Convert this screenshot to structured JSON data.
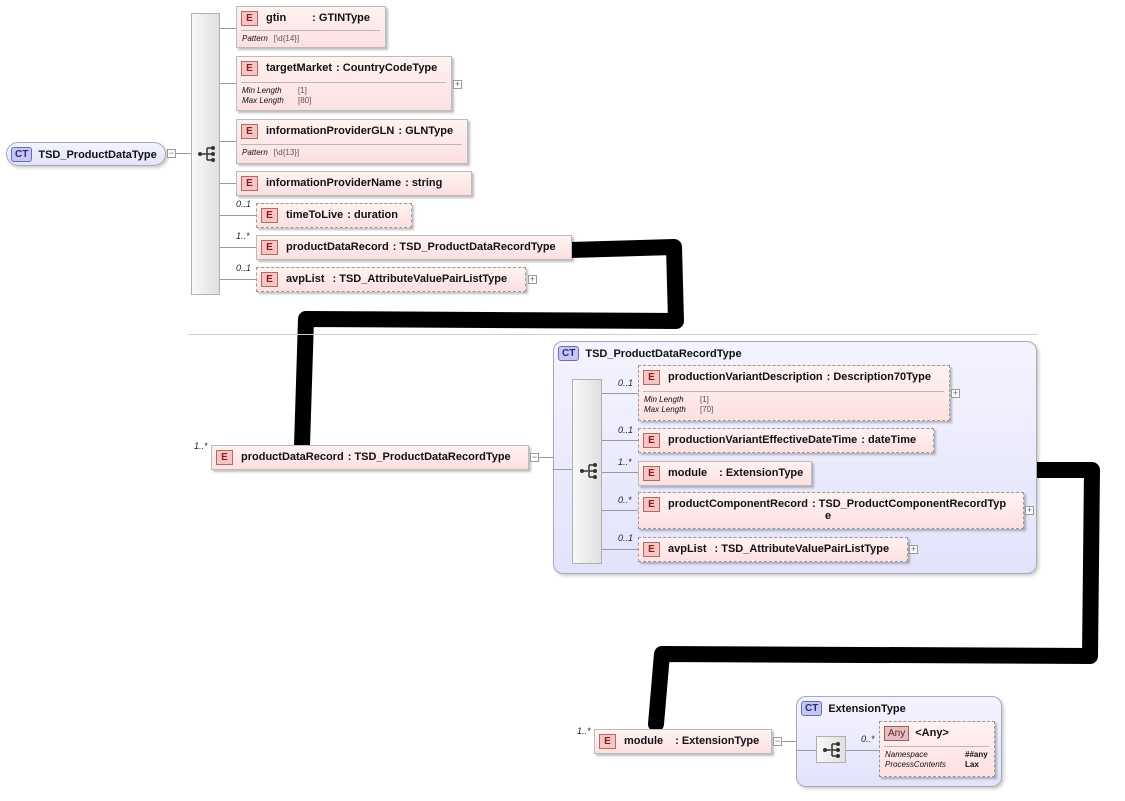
{
  "colors": {
    "element_fill": "#fde0e0",
    "complex_type_fill": "#e6e6fb",
    "connector": "#000000"
  },
  "root": {
    "badge": "CT",
    "name": "TSD_ProductDataType"
  },
  "top_elements": [
    {
      "badge": "E",
      "name": "gtin",
      "type": ": GTINType",
      "facets": [
        {
          "key": "Pattern",
          "value": "[\\d{14}]"
        }
      ]
    },
    {
      "badge": "E",
      "name": "targetMarket",
      "type": ": CountryCodeType",
      "facets": [
        {
          "key": "Min Length",
          "value": "[1]"
        },
        {
          "key": "Max Length",
          "value": "[80]"
        }
      ]
    },
    {
      "badge": "E",
      "name": "informationProviderGLN",
      "type": ": GLNType",
      "facets": [
        {
          "key": "Pattern",
          "value": "[\\d{13}]"
        }
      ]
    },
    {
      "badge": "E",
      "name": "informationProviderName",
      "type": ": string"
    },
    {
      "badge": "E",
      "name": "timeToLive",
      "type": ": duration",
      "cardinality": "0..1"
    },
    {
      "badge": "E",
      "name": "productDataRecord",
      "type": ": TSD_ProductDataRecordType",
      "cardinality": "1..*"
    },
    {
      "badge": "E",
      "name": "avpList",
      "type": ": TSD_AttributeValuePairListType",
      "cardinality": "0..1"
    }
  ],
  "record": {
    "cardinality": "1..*",
    "element": {
      "badge": "E",
      "name": "productDataRecord",
      "type": ": TSD_ProductDataRecordType"
    },
    "ct_badge": "CT",
    "ct_name": "TSD_ProductDataRecordType",
    "children": [
      {
        "badge": "E",
        "name": "productionVariantDescription",
        "type": ": Description70Type",
        "cardinality": "0..1",
        "facets": [
          {
            "key": "Min Length",
            "value": "[1]"
          },
          {
            "key": "Max Length",
            "value": "[70]"
          }
        ]
      },
      {
        "badge": "E",
        "name": "productionVariantEffectiveDateTime",
        "type": ": dateTime",
        "cardinality": "0..1"
      },
      {
        "badge": "E",
        "name": "module",
        "type": ": ExtensionType",
        "cardinality": "1..*"
      },
      {
        "badge": "E",
        "name": "productComponentRecord",
        "type": ": TSD_ProductComponentRecordTyp",
        "type_wrap": "e",
        "cardinality": "0..*"
      },
      {
        "badge": "E",
        "name": "avpList",
        "type": ": TSD_AttributeValuePairListType",
        "cardinality": "0..1"
      }
    ]
  },
  "module": {
    "cardinality": "1..*",
    "element": {
      "badge": "E",
      "name": "module",
      "type": ": ExtensionType"
    },
    "ct_badge": "CT",
    "ct_name": "ExtensionType",
    "any": {
      "badge": "Any",
      "label": "<Any>",
      "cardinality": "0..*",
      "props": [
        {
          "key": "Namespace",
          "value": "##any"
        },
        {
          "key": "ProcessContents",
          "value": "Lax"
        }
      ]
    }
  }
}
